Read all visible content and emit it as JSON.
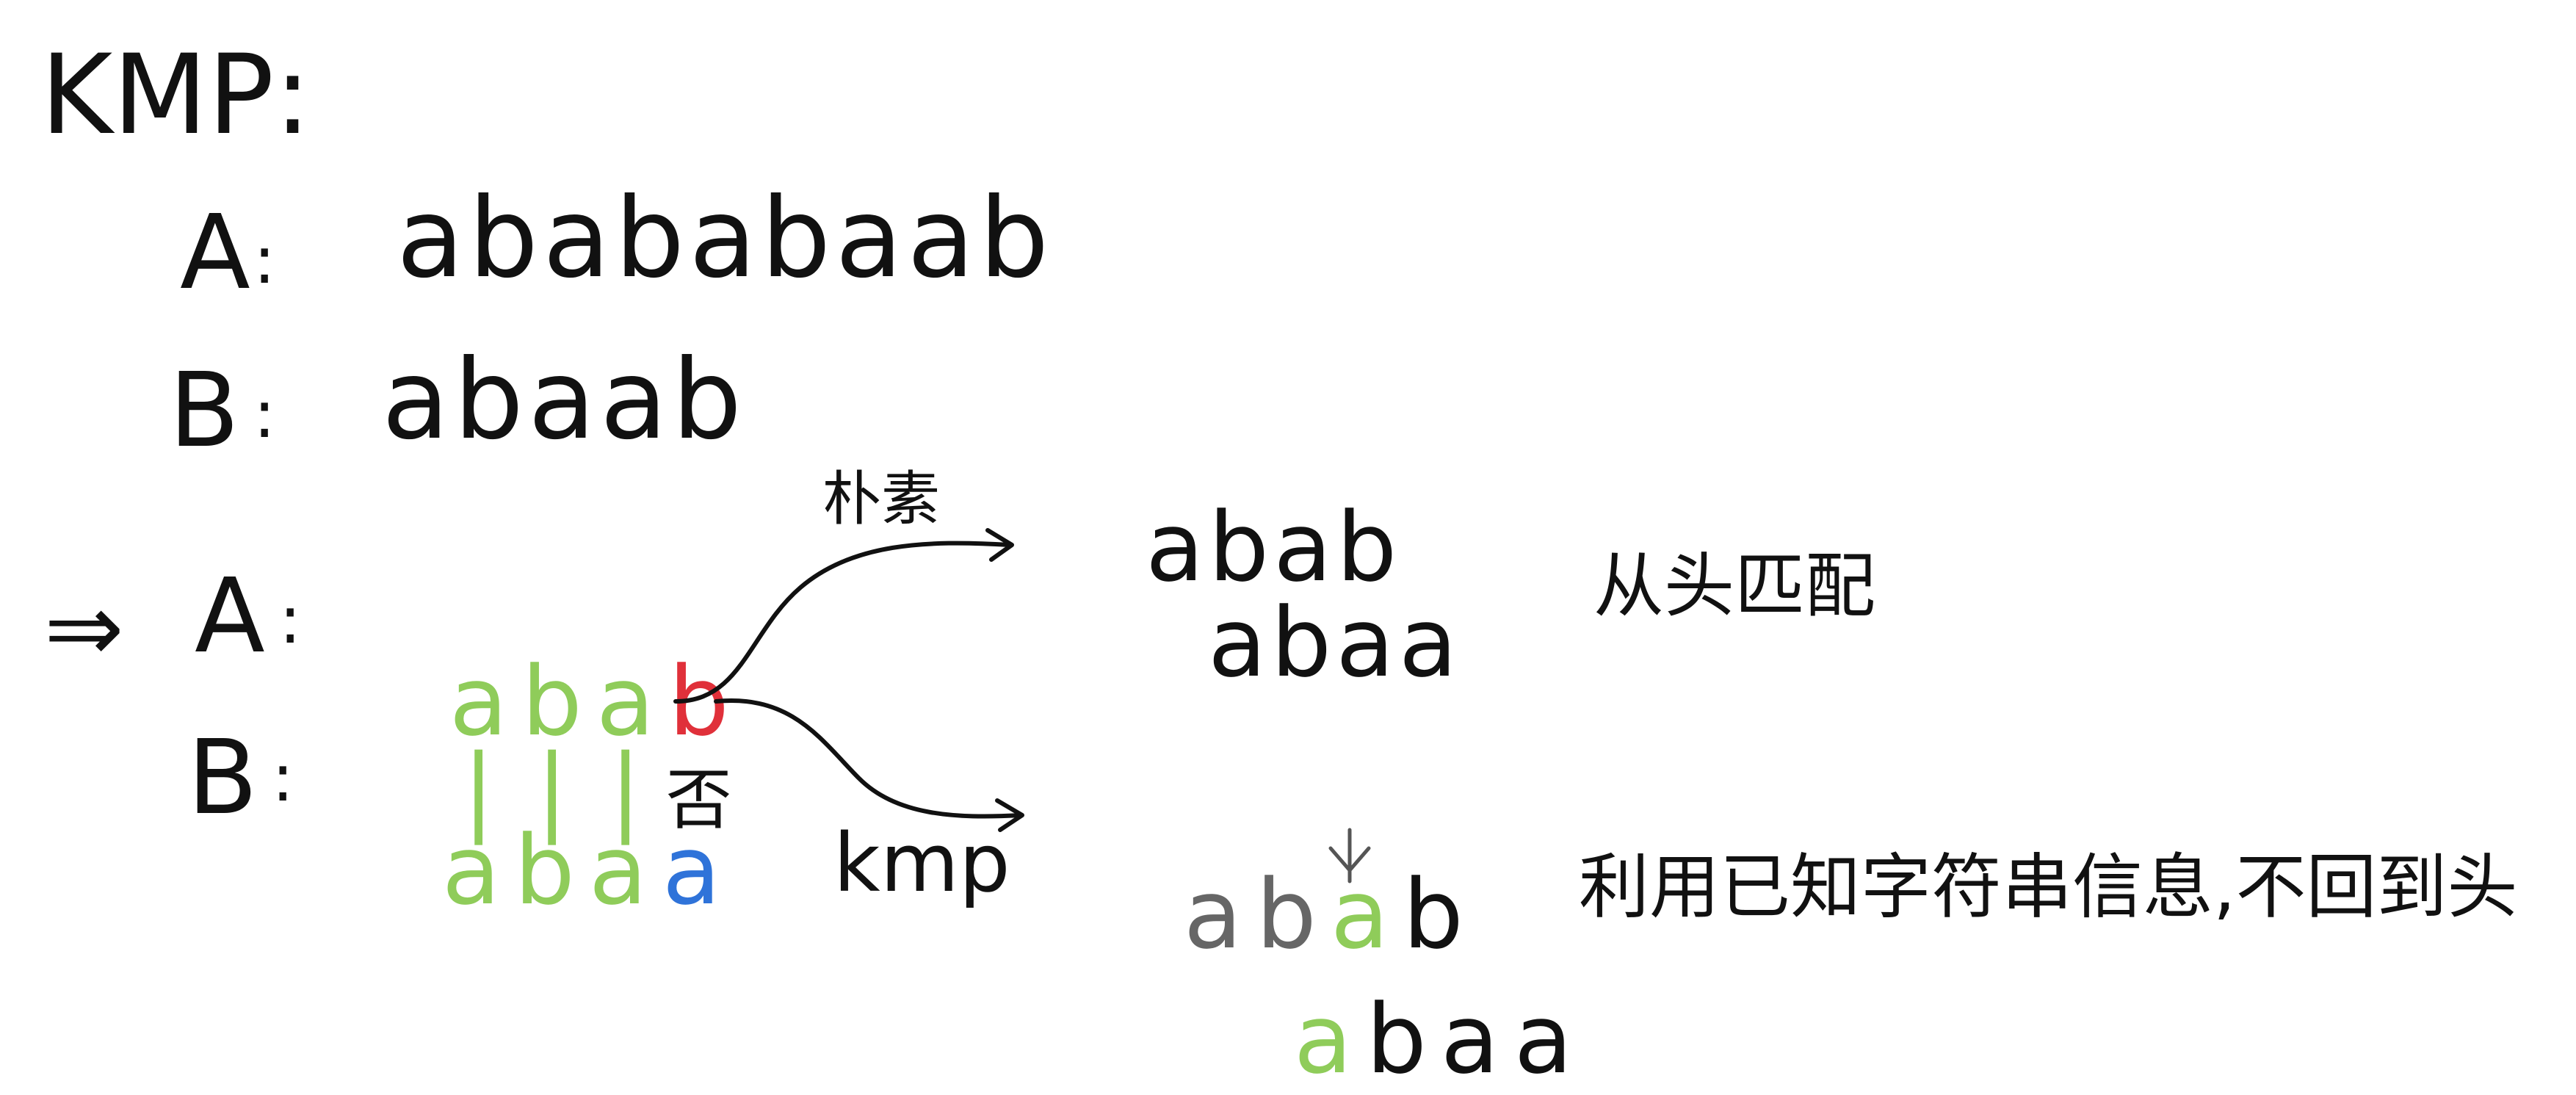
{
  "title": "KMP:",
  "pattern_A": {
    "label": "A",
    "sep": ":",
    "text": "abababaab"
  },
  "pattern_B": {
    "label": "B",
    "sep": ":",
    "text": "abaab"
  },
  "implies": "⇒",
  "compare": {
    "A_label": "A",
    "A_sep": ":",
    "B_label": "B",
    "B_sep": ":",
    "A_chars": [
      "a",
      "b",
      "a",
      "b"
    ],
    "B_chars": [
      "a",
      "b",
      "a",
      "a"
    ],
    "match_marks": [
      "|",
      "|",
      "|"
    ],
    "mismatch_mark": "否",
    "colors": {
      "match": "#8fcc5a",
      "mismatch_top": "#e0303a",
      "mismatch_bottom": "#2f73d9",
      "ink": "#111111",
      "gray": "#666666"
    }
  },
  "naive": {
    "label": "朴素",
    "top": "abab",
    "bottom": "abaa",
    "note": "从头匹配"
  },
  "kmp": {
    "label": "kmp",
    "top_chars": [
      "a",
      "b",
      "a",
      "b"
    ],
    "bottom_chars": [
      "a",
      "b",
      "a",
      "a"
    ],
    "note": "利用已知字符串信息,不回到头"
  }
}
